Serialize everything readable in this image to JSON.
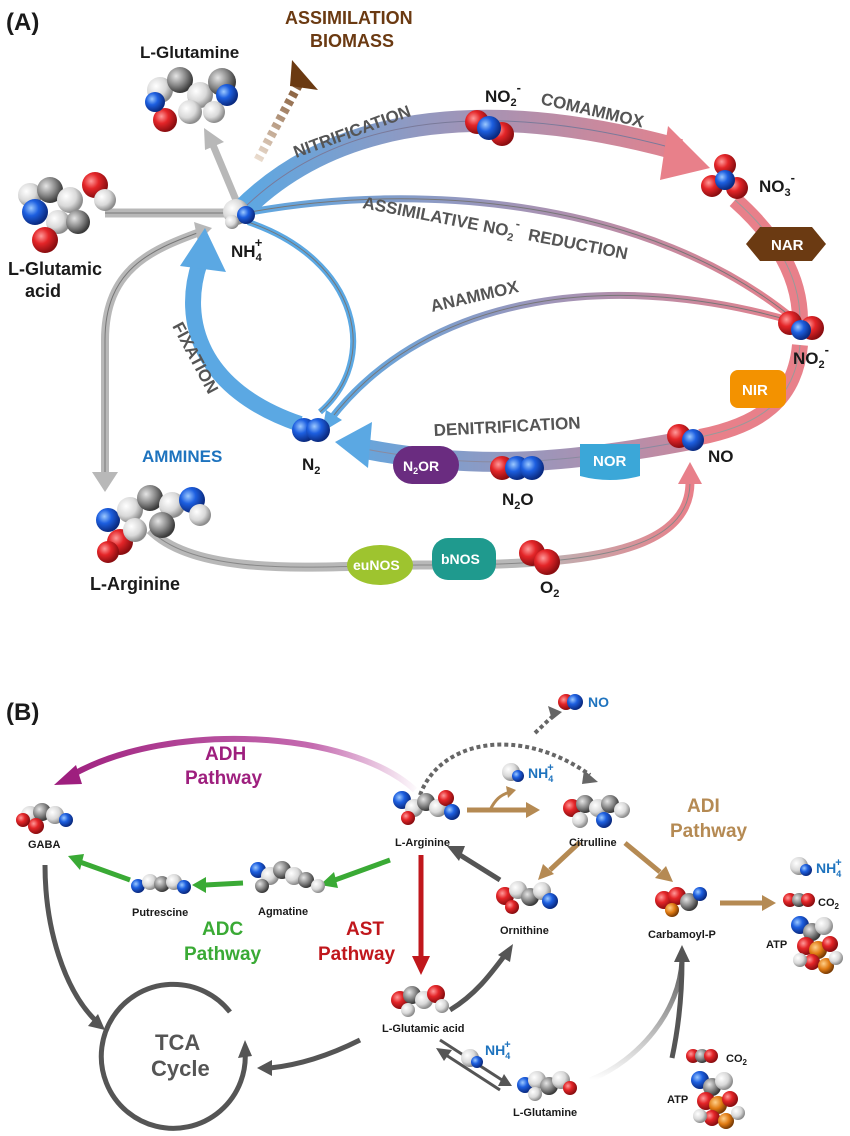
{
  "panel_a": {
    "label": "(A)",
    "assimilation_line1": "ASSIMILATION",
    "assimilation_line2": "BIOMASS",
    "l_glutamine": "L-Glutamine",
    "l_glutamic_line1": "L-Glutamic",
    "l_glutamic_line2": "acid",
    "nh4": "NH",
    "nh4_sub": "4",
    "nh4_sup": "+",
    "no2_top": "NO",
    "no2_top_sub": "2",
    "no2_top_sup": "-",
    "no3": "NO",
    "no3_sub": "3",
    "no3_sup": "-",
    "no2_right": "NO",
    "no2_right_sub": "2",
    "no2_right_sup": "-",
    "no": "NO",
    "n2": "N",
    "n2_sub": "2",
    "n2o": "N",
    "n2o_sub": "2",
    "n2o_o": "O",
    "o2": "O",
    "o2_sub": "2",
    "l_arginine": "L-Arginine",
    "nitrification": "NITRIFICATION",
    "comammox": "COMAMMOX",
    "assim_no2_a": "ASSIMILATIVE NO",
    "assim_no2_sub": "2",
    "assim_no2_sup": "-",
    "assim_no2_b": "REDUCTION",
    "anammox": "ANAMMOX",
    "fixation": "FIXATION",
    "denitrification": "DENITRIFICATION",
    "ammines": "AMMINES",
    "enzymes": {
      "nar": "NAR",
      "nir": "NIR",
      "nor": "NOR",
      "n2or": "N",
      "n2or_sub": "2",
      "n2or_rest": "OR",
      "eunos": "euNOS",
      "bnos": "bNOS"
    }
  },
  "panel_b": {
    "label": "(B)",
    "no": "NO",
    "nh4_a": "NH",
    "nh4_b": "NH",
    "nh4_c": "NH",
    "nh4_sub": "4",
    "nh4_sup": "+",
    "adh_line1": "ADH",
    "adh_line2": "Pathway",
    "adi_line1": "ADI",
    "adi_line2": "Pathway",
    "adc_line1": "ADC",
    "adc_line2": "Pathway",
    "ast_line1": "AST",
    "ast_line2": "Pathway",
    "gaba": "GABA",
    "l_arginine": "L-Arginine",
    "citrulline": "Citrulline",
    "agmatine": "Agmatine",
    "putrescine": "Putrescine",
    "ornithine": "Ornithine",
    "carbamoyl": "Carbamoyl-P",
    "co2_a": "CO",
    "co2_b": "CO",
    "co2_sub": "2",
    "atp_a": "ATP",
    "atp_b": "ATP",
    "l_glutamic": "L-Glutamic acid",
    "l_glutamine": "L-Glutamine",
    "tca_line1": "TCA",
    "tca_line2": "Cycle"
  },
  "colors": {
    "blue_arrow": "#5ba8e3",
    "pink_arrow": "#e8808a",
    "gray_arrow": "#b8b8b8",
    "adh": "#9e1f7e",
    "adc": "#3aaa35",
    "ast": "#c0171c",
    "adi": "#b58a53",
    "brown": "#6b3a12",
    "nar": "#6b3a12",
    "nir": "#f39200",
    "nor": "#3ba7d8",
    "n2or": "#6a2c80",
    "eunos": "#9ec42f",
    "bnos": "#1f9a8e",
    "nh4_text": "#1e73be"
  }
}
